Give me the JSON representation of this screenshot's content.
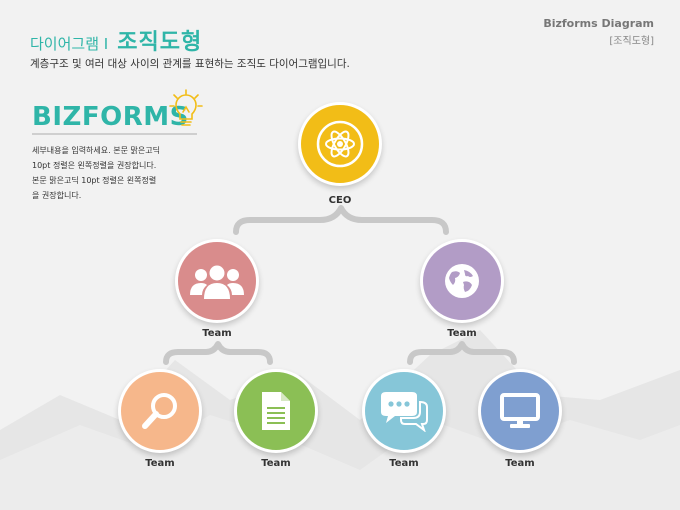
{
  "header": {
    "title_light": "다이어그램 I",
    "title_bold": "조직도형",
    "subtitle": "계층구조 및 여러 대상 사이의 관계를 표현하는 조직도 다이어그램입니다."
  },
  "brand": {
    "title": "Bizforms Diagram",
    "subtitle": "[조직도형]"
  },
  "logo": {
    "text": "BIZFORMS",
    "icon": "lightbulb-icon"
  },
  "description": [
    "세부내용을 입력하세요. 본문 맑은고딕",
    "10pt 정렬은 왼쪽정렬을 권장합니다.",
    "본문 맑은고딕 10pt 정렬은 왼쪽정렬",
    "을 권장합니다."
  ],
  "org_chart": {
    "root": {
      "label": "CEO",
      "icon": "atom-icon",
      "color": "#f2bd17"
    },
    "level1": [
      {
        "label": "Team",
        "icon": "people-icon",
        "color": "#d98c8c"
      },
      {
        "label": "Team",
        "icon": "globe-icon",
        "color": "#b29cc6"
      }
    ],
    "level2": [
      {
        "label": "Team",
        "icon": "search-icon",
        "color": "#f6b78b"
      },
      {
        "label": "Team",
        "icon": "document-icon",
        "color": "#8bbf55"
      },
      {
        "label": "Team",
        "icon": "chat-icon",
        "color": "#86c6d8"
      },
      {
        "label": "Team",
        "icon": "monitor-icon",
        "color": "#7f9fd0"
      }
    ]
  },
  "colors": {
    "accent": "#2fb5a8",
    "bracket": "#c8c8c8",
    "background": "#f2f2f2"
  }
}
